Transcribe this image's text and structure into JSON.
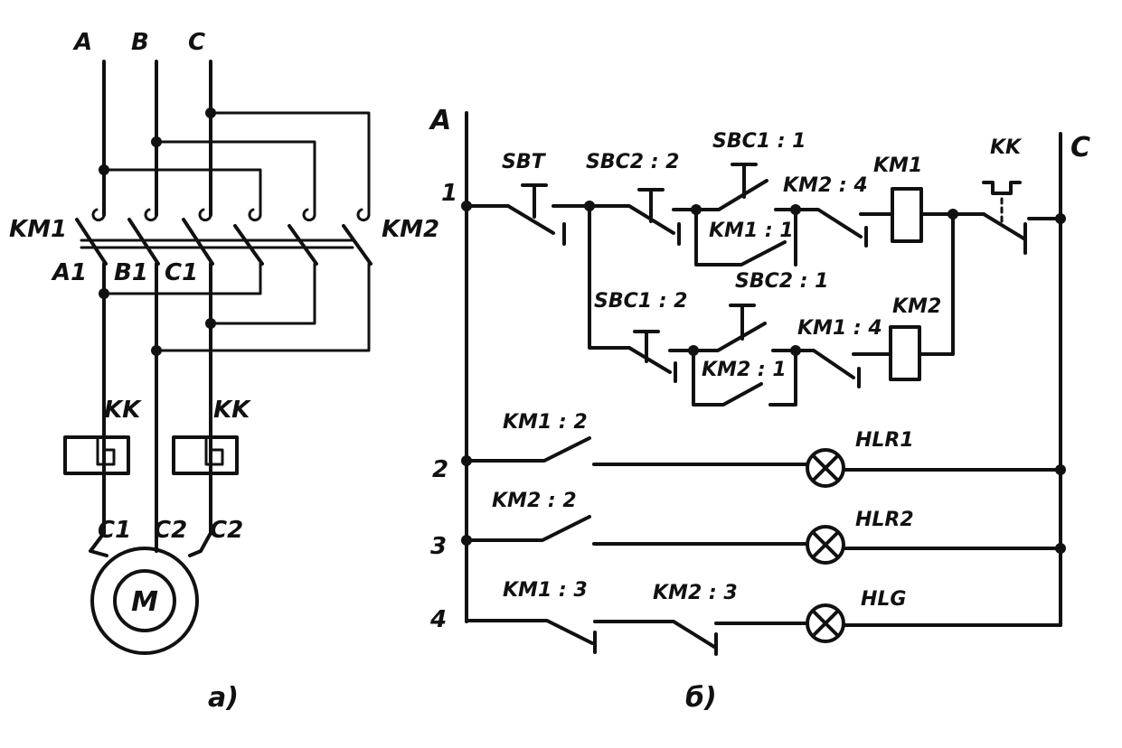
{
  "left": {
    "phase_a": "A",
    "phase_b": "B",
    "phase_c": "C",
    "km1": "KM1",
    "km2": "KM2",
    "a1": "A1",
    "b1": "B1",
    "c1": "C1",
    "kk_left": "KK",
    "kk_right": "KK",
    "motor_c1": "C1",
    "motor_c2a": "C2",
    "motor_c2b": "C2",
    "motor": "M",
    "caption": "а)"
  },
  "right": {
    "bus_a": "A",
    "bus_c": "C",
    "row1": "1",
    "row2": "2",
    "row3": "3",
    "row4": "4",
    "sbt": "SBT",
    "sbc2_2": "SBC2 : 2",
    "sbc1_1": "SBC1 : 1",
    "km2_4": "KM2 : 4",
    "km1_coil": "KM1",
    "kk": "KK",
    "km1_1": "KM1 : 1",
    "sbc1_2": "SBC1 : 2",
    "sbc2_1": "SBC2 : 1",
    "km1_4": "KM1 : 4",
    "km2_coil": "KM2",
    "km2_1": "KM2 : 1",
    "km1_2": "KM1 : 2",
    "hlr1": "HLR1",
    "km2_2": "KM2 : 2",
    "hlr2": "HLR2",
    "km1_3": "KM1 : 3",
    "km2_3": "KM2 : 3",
    "hlg": "HLG",
    "caption": "б)"
  }
}
